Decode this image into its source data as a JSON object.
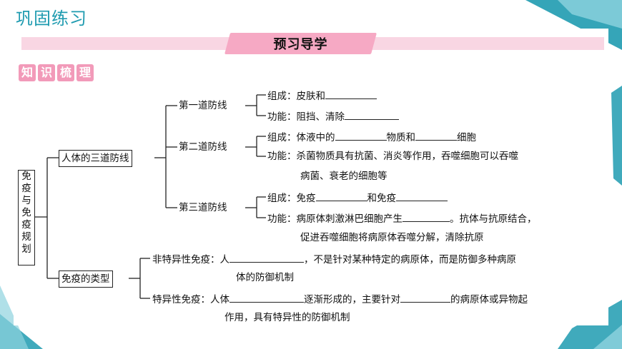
{
  "header": {
    "title": "巩固练习"
  },
  "banner": {
    "label": "预习导学"
  },
  "section": {
    "chars": [
      "知",
      "识",
      "梳",
      "理"
    ]
  },
  "root": {
    "chars": [
      "免",
      "疫",
      "与",
      "免",
      "疫",
      "规",
      "划"
    ]
  },
  "branch1": {
    "label": "人体的三道防线",
    "line1": {
      "label": "第一道防线",
      "composition": "组成：皮肤和",
      "function": "功能：阻挡、清除"
    },
    "line2": {
      "label": "第二道防线",
      "composition_a": "组成：体液中的",
      "composition_b": "物质和",
      "composition_c": "细胞",
      "function_1": "功能：杀菌物质具有抗菌、消炎等作用，吞噬细胞可以吞噬",
      "function_2": "病菌、衰老的细胞等"
    },
    "line3": {
      "label": "第三道防线",
      "composition_a": "组成：免疫",
      "composition_b": "和免疫",
      "function_1a": "功能：病原体刺激淋巴细胞产生",
      "function_1b": "。抗体与抗原结合，",
      "function_2": "促进吞噬细胞将病原体吞噬分解，清除抗原"
    }
  },
  "branch2": {
    "label": "免疫的类型",
    "nonspecific_a": "非特异性免疫：人",
    "nonspecific_b": "，不是针对某种特定的病原体，而是防御多种病原",
    "nonspecific_c": "体的防御机制",
    "specific_a": "特异性免疫：人体",
    "specific_b": "逐渐形成的，主要针对",
    "specific_c": "的病原体或异物起",
    "specific_d": "作用，具有特异性的防御机制"
  }
}
